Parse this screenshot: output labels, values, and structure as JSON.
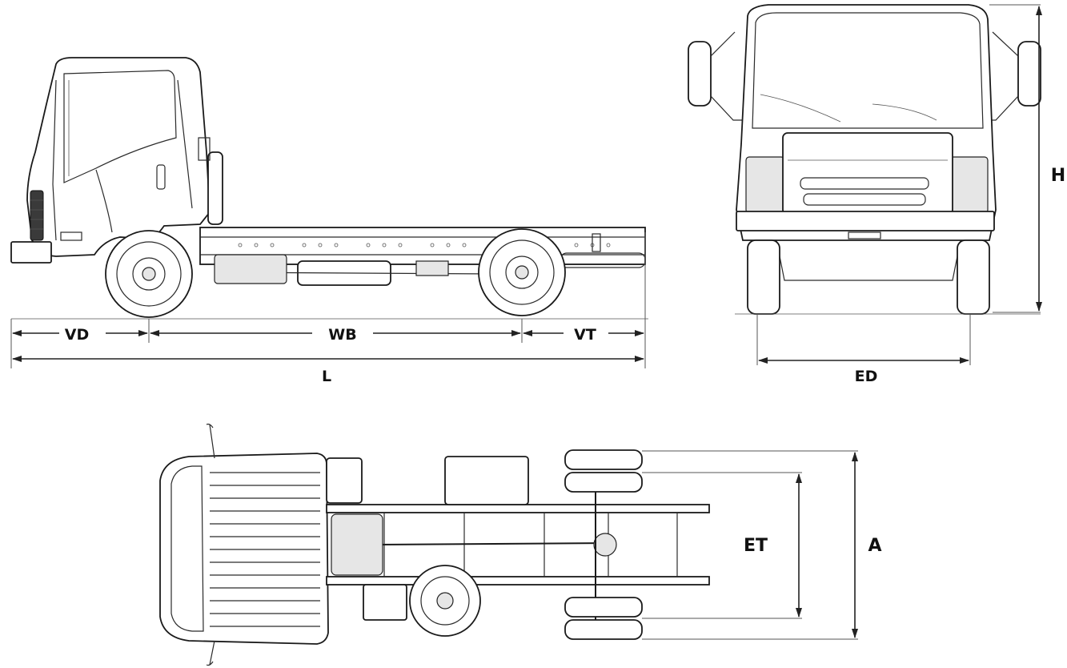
{
  "labels": {
    "front_overhang": "VD",
    "wheelbase": "WB",
    "rear_overhang": "VT",
    "overall_length": "L",
    "height": "H",
    "front_track": "ED",
    "rear_track": "ET",
    "overall_width": "A"
  },
  "views": [
    "side-view",
    "front-view",
    "top-view"
  ],
  "colors": {
    "line": "#1a1a1a",
    "paper": "#ffffff",
    "shade": "#e6e6e6"
  }
}
